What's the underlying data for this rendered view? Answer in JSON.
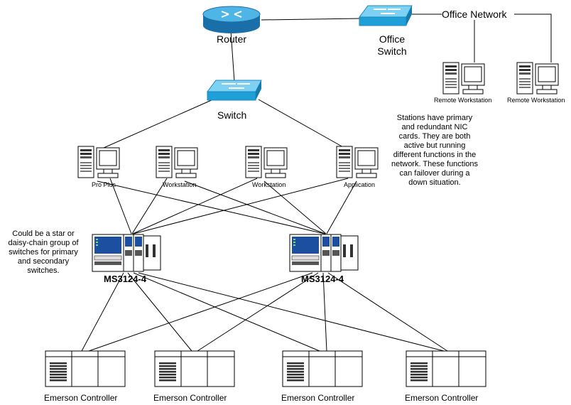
{
  "labels": {
    "router": "Router",
    "office_switch": "Office Switch",
    "office_network": "Office Network",
    "switch": "Switch",
    "remote_ws_1": "Remote Workstation",
    "remote_ws_2": "Remote Workstation",
    "station_pro_plus": "Pro Plus",
    "station_ws_1": "Workstation",
    "station_ws_2": "Workstation",
    "station_app": "Application",
    "ms_left": "MS3124-4",
    "ms_right": "MS3124-4",
    "ctrl_1": "Emerson Controller",
    "ctrl_2": "Emerson Controller",
    "ctrl_3": "Emerson Controller",
    "ctrl_4": "Emerson Controller"
  },
  "notes": {
    "stations": "Stations have primary and redundant NIC cards. They are both active but running different functions in the network. These functions can failover during a down situation.",
    "switches": "Could be a star or daisy-chain group of switches for primary and secondary switches."
  },
  "colors": {
    "switch_blue": "#1e9fd8",
    "switch_top": "#63c6ef",
    "router_blue": "#2a8fd0",
    "line": "#000000"
  }
}
